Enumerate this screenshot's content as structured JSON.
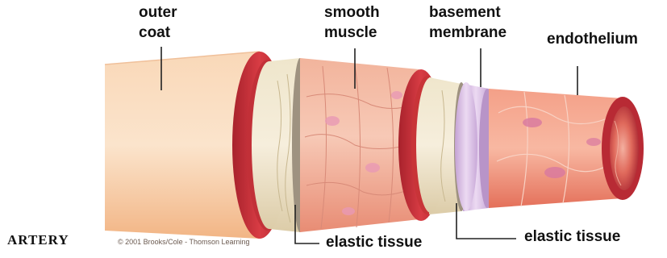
{
  "title": "ARTERY",
  "copyright": "© 2001 Brooks/Cole - Thomson Learning",
  "labels": {
    "outer_coat_line1": "outer",
    "outer_coat_line2": "coat",
    "smooth_muscle_line1": "smooth",
    "smooth_muscle_line2": "muscle",
    "basement_membrane_line1": "basement",
    "basement_membrane_line2": "membrane",
    "endothelium": "endothelium",
    "elastic_tissue_1": "elastic tissue",
    "elastic_tissue_2": "elastic tissue"
  },
  "colors": {
    "outer_coat": "#f6caa4",
    "red_band": "#c8303a",
    "elastic": "#e8dcc0",
    "muscle": "#f0a088",
    "membrane": "#d6b8e0",
    "endothelium": "#ec8066",
    "lumen": "#b82a34"
  }
}
